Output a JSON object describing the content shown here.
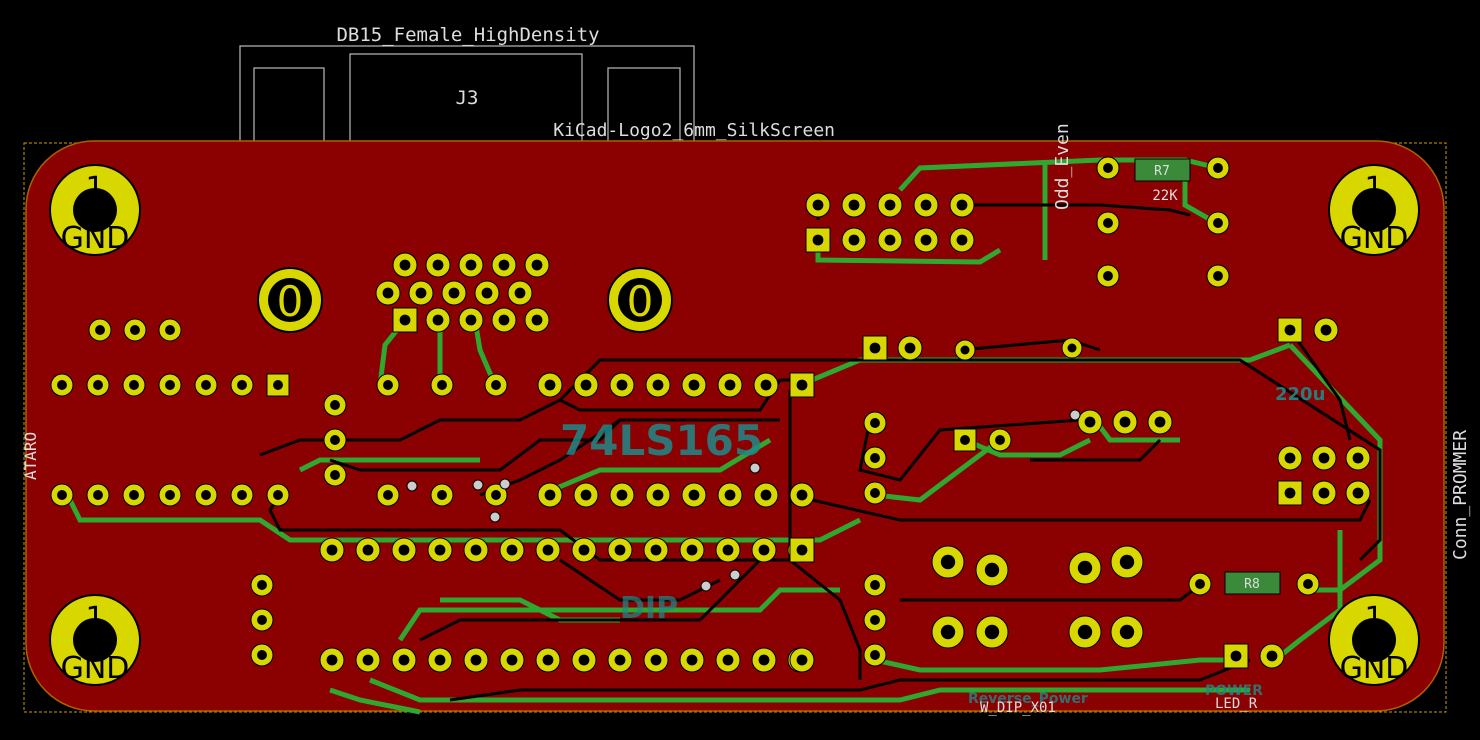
{
  "board": {
    "footprint_top": "DB15_Female_HighDensity",
    "ref_j3": "J3",
    "logo": "KiCad-Logo2_6mm_SilkScreen",
    "odd_even": "Odd_Even",
    "conn_prommer": "Conn_PROMMER",
    "left_vertical": "ATARO",
    "chip_label": "74LS165",
    "chip_label_2": "DIP",
    "cap_label": "220u",
    "res_r7": "R7",
    "res_r7_val": "22K",
    "res_r8": "R8",
    "ref_reverse": "Reverse_Power",
    "ref_wdip": "W_DIP_X01",
    "ref_power": "POWER",
    "ref_led": "LED_R",
    "mount_pin": "1",
    "mount_net": "GND",
    "mount_zero": "0"
  },
  "colors": {
    "background": "#000000",
    "copper_fill": "#8b0000",
    "pad": "#d8d800",
    "back_track": "#2ea82e",
    "silkscreen": "#dddddd",
    "edge_cut": "#c8a000"
  }
}
